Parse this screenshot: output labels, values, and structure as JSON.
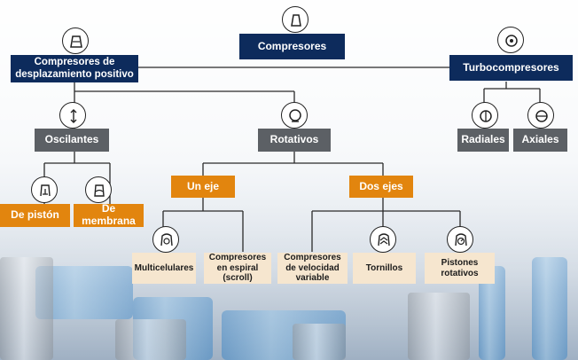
{
  "nodes": {
    "compresores": "Compresores",
    "desplazamiento_line1": "Compresores de",
    "desplazamiento_line2": "desplazamiento positivo",
    "turbocompresores": "Turbocompresores",
    "oscilantes": "Oscilantes",
    "rotativos": "Rotativos",
    "radiales": "Radiales",
    "axiales": "Axiales",
    "piston": "De pistón",
    "membrana": "De membrana",
    "un_eje": "Un eje",
    "dos_ejes": "Dos ejes",
    "multicelulares": "Multicelulares",
    "espiral_line1": "Compresores",
    "espiral_line2": "en espiral",
    "espiral_line3": "(scroll)",
    "velocidad_line1": "Compresores",
    "velocidad_line2": "de velocidad",
    "velocidad_line3": "variable",
    "tornillos": "Tornillos",
    "pistones_line1": "Pistones",
    "pistones_line2": "rotativos"
  },
  "colors": {
    "navy": "#0d2b5c",
    "gray": "#5c6065",
    "orange": "#e2850e",
    "cream": "#f6e6cf",
    "connector": "#2a2a2a"
  },
  "icons": [
    "compressor-icon",
    "displacement-icon",
    "turbo-icon",
    "oscillating-icon",
    "rotary-icon",
    "radial-icon",
    "axial-icon",
    "piston-icon",
    "membrane-icon",
    "multicellular-icon",
    "screw-icon",
    "rotary-piston-icon"
  ]
}
